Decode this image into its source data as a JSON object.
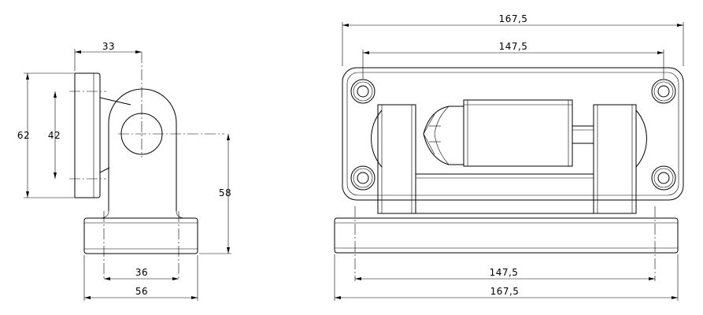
{
  "side_view": {
    "dim_offset": "33",
    "dim_plate_height": "62",
    "dim_hole_spacing": "42",
    "dim_axis_height": "58",
    "dim_base_holes": "36",
    "dim_base_width": "56"
  },
  "front_view": {
    "dim_overall_top": "167,5",
    "dim_hole_spacing_top": "147,5",
    "dim_hole_spacing_bottom": "147,5",
    "dim_overall_bottom": "167,5"
  }
}
